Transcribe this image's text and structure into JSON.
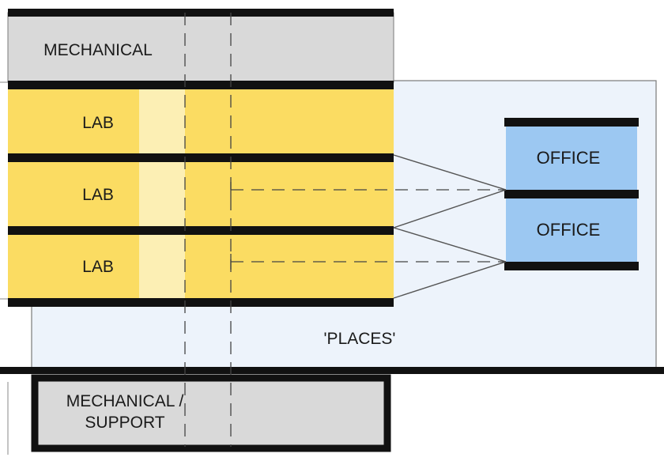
{
  "labels": {
    "mechanical_top": "MECHANICAL",
    "lab_1": "LAB",
    "lab_2": "LAB",
    "lab_3": "LAB",
    "office_1": "OFFICE",
    "office_2": "OFFICE",
    "places": "'PLACES'",
    "mechanical_support_line1": "MECHANICAL /",
    "mechanical_support_line2": "SUPPORT"
  },
  "colors": {
    "mechanical_fill": "#d9d9d9",
    "lab_fill": "#fbdc62",
    "lab_light_band": "#fcefb4",
    "office_fill": "#9cc8f2",
    "places_fill": "#edf3fb",
    "slab": "#111111"
  }
}
